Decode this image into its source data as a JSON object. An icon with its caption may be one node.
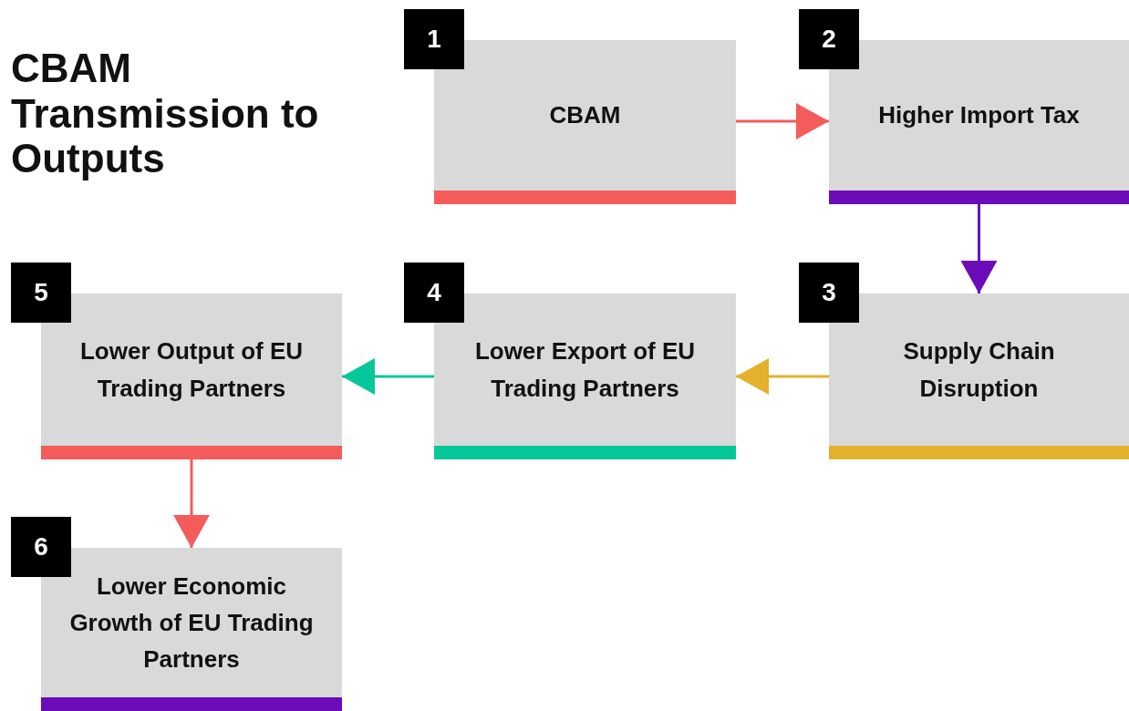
{
  "diagram": {
    "title": "CBAM Transmission to Outputs",
    "nodes": [
      {
        "text": [
          "1",
          "CBAM"
        ]
      },
      {
        "text": [
          "2",
          "Higher Import Tax"
        ]
      },
      {
        "text": [
          "3",
          "Supply Chain Disruption"
        ]
      },
      {
        "text": [
          "4",
          "Lower Export of EU Trading Partners"
        ]
      },
      {
        "text": [
          "5",
          "Lower Output of EU Trading Partners"
        ]
      },
      {
        "text": [
          "6",
          "Lower Economic Growth of EU Trading Partners"
        ]
      }
    ],
    "edges": [
      {
        "from": 0,
        "to": 1,
        "arrow": "to",
        "color": "#f45b5b"
      },
      {
        "from": 1,
        "to": 2,
        "arrow": "to",
        "color": "#6c0bb8"
      },
      {
        "from": 2,
        "to": 3,
        "arrow": "to",
        "color": "#e3b12c"
      },
      {
        "from": 3,
        "to": 4,
        "arrow": "to",
        "color": "#05c79a"
      },
      {
        "from": 4,
        "to": 5,
        "arrow": "to",
        "color": "#f45b5b"
      }
    ]
  }
}
